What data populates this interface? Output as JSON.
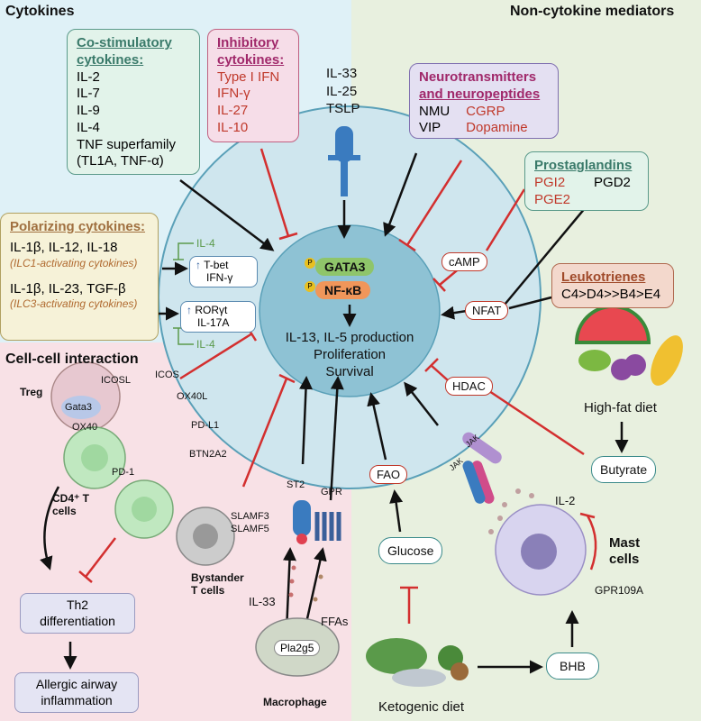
{
  "headers": {
    "cytokines": "Cytokines",
    "non_cytokine": "Non-cytokine mediators",
    "cell_cell": "Cell-cell interaction"
  },
  "costim": {
    "title1": "Co-stimulatory",
    "title2": "cytokines:",
    "items": [
      "IL-2",
      "IL-7",
      "IL-9",
      "IL-4",
      "TNF superfamily",
      "(TL1A, TNF-α)"
    ]
  },
  "inhibitory": {
    "title1": "Inhibitory",
    "title2": "cytokines:",
    "items": [
      "Type I IFN",
      "IFN-γ",
      "IL-27",
      "IL-10"
    ]
  },
  "alarmins": [
    "IL-33",
    "IL-25",
    "TSLP"
  ],
  "neuro": {
    "title1": "Neurotransmitters",
    "title2": "and neuropeptides",
    "left": [
      "NMU",
      "VIP"
    ],
    "right": [
      "CGRP",
      "Dopamine"
    ]
  },
  "prostaglandins": {
    "title": "Prostaglandins",
    "items_red": [
      "PGI2",
      "PGE2"
    ],
    "item_black": "PGD2"
  },
  "leukotrienes": {
    "title": "Leukotrienes",
    "value": "C4>D4>>B4>E4"
  },
  "polarizing": {
    "title": "Polarizing cytokines:",
    "line1": "IL-1β, IL-12, IL-18",
    "note1": "(ILC1-activating cytokines)",
    "line2": "IL-1β, IL-23, TGF-β",
    "note2": "(ILC3-activating cytokines)"
  },
  "il4_labels": [
    "IL-4",
    "IL-4"
  ],
  "tf_boxes": {
    "tbet": [
      "T-bet",
      "IFN-γ"
    ],
    "ror": [
      "RORγt",
      "IL-17A"
    ]
  },
  "nucleus": {
    "gata3": "GATA3",
    "nfkb": "NF-κB",
    "p": "P",
    "outputs": [
      "IL-13, IL-5 production",
      "Proliferation",
      "Survival"
    ]
  },
  "pills": {
    "camp": "cAMP",
    "nfat": "NFAT",
    "hdac": "HDAC",
    "fao": "FAO",
    "glucose": "Glucose",
    "butyrate": "Butyrate",
    "bhb": "BHB"
  },
  "receptors": {
    "st2": "ST2",
    "gpr": "GPR",
    "jak1": "JAK",
    "jak2": "JAK"
  },
  "cell_labels": {
    "treg": "Treg",
    "gata3": "Gata3",
    "icosl": "ICOSL",
    "icos": "ICOS",
    "ox40l": "OX40L",
    "ox40": "OX40",
    "pdl1": "PD-L1",
    "pd1": "PD-1",
    "btn2a2": "BTN2A2",
    "cd4": "CD4⁺ T",
    "cd4b": "cells",
    "slamf3": "SLAMF3",
    "slamf5": "SLAMF5",
    "bystander1": "Bystander",
    "bystander2": "T cells",
    "il33": "IL-33",
    "ffas": "FFAs",
    "pla2g5": "Pla2g5",
    "macrophage": "Macrophage",
    "il2": "IL-2",
    "mast1": "Mast",
    "mast2": "cells",
    "gpr109a": "GPR109A"
  },
  "outcomes": {
    "th2": [
      "Th2",
      "differentiation"
    ],
    "allergy": [
      "Allergic airway",
      "inflammation"
    ]
  },
  "diets": {
    "highfat": "High-fat diet",
    "keto": "Ketogenic diet"
  },
  "colors": {
    "cyan_bg": "#dff1f7",
    "green_bg": "#e8f0df",
    "pink_bg": "#f8e1e6",
    "cell_fill": "#cfe6ee",
    "nucleus_fill": "#8ec2d4",
    "inhibit_red": "#d32f2f",
    "gata3_green": "#8fc56a",
    "nfkb_orange": "#f0965a"
  }
}
